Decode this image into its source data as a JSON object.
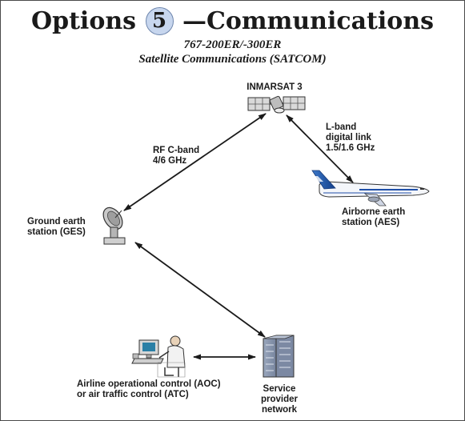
{
  "title": {
    "prefix": "Options",
    "number": "5",
    "suffix": "—Communications"
  },
  "subtitle": {
    "model": "767-200ER/-300ER",
    "system": "Satellite Communications (SATCOM)"
  },
  "nodes": {
    "satellite": {
      "label": "INMARSAT 3",
      "icon": "satellite-icon"
    },
    "ges": {
      "line1": "Ground earth",
      "line2": "station (GES)",
      "icon": "satellite-dish-icon"
    },
    "aes": {
      "line1": "Airborne earth",
      "line2": "station (AES)",
      "icon": "airplane-icon"
    },
    "aoc": {
      "line1": "Airline operational control (AOC)",
      "line2": "or air traffic control (ATC)",
      "icon": "operator-workstation-icon"
    },
    "provider": {
      "line1": "Service",
      "line2": "provider",
      "line3": "network",
      "icon": "server-building-icon"
    }
  },
  "links": {
    "rf": {
      "line1": "RF C-band",
      "line2": "4/6 GHz"
    },
    "lband": {
      "line1": "L-band",
      "line2": "digital link",
      "line3": "1.5/1.6 GHz"
    }
  },
  "colors": {
    "badge": "#c7d6ee",
    "aircraft_accent": "#1f4fa8",
    "arrow": "#1a1a1a"
  }
}
